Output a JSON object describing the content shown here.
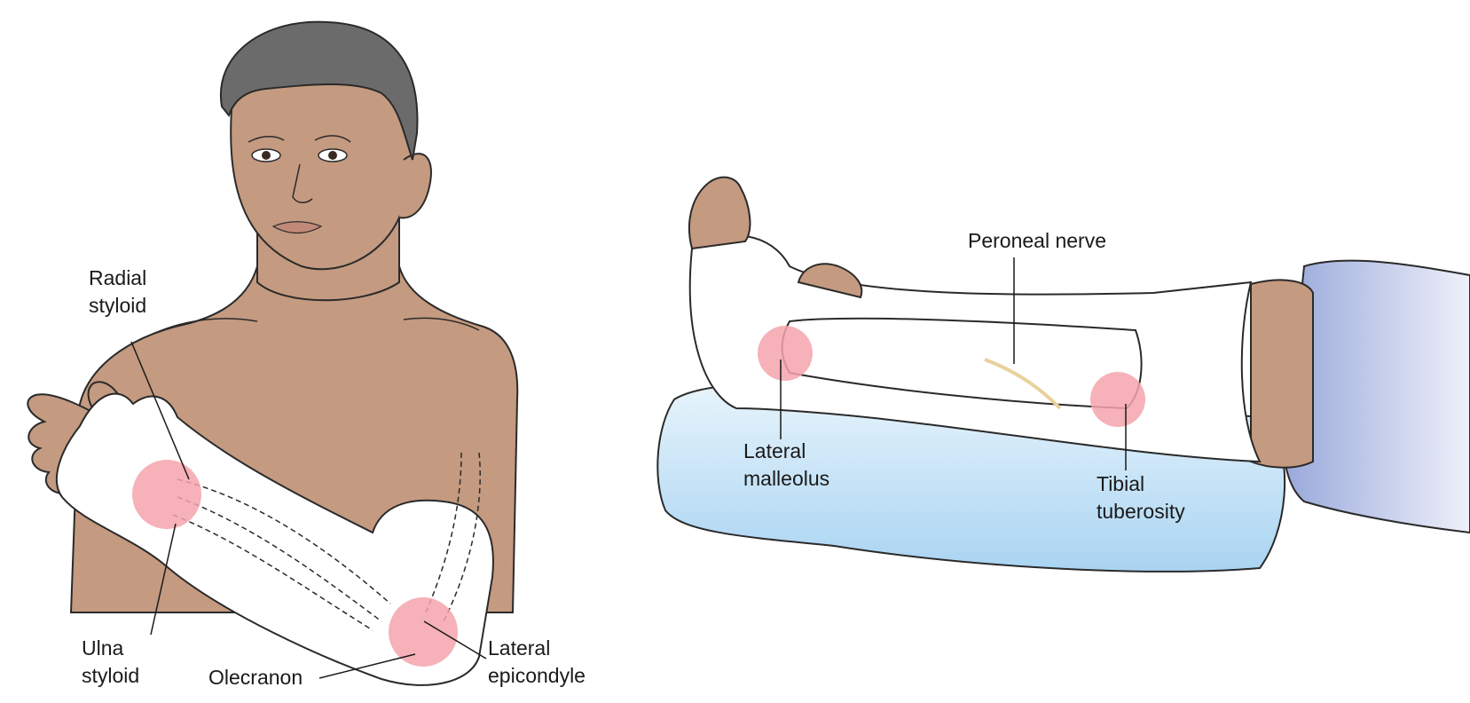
{
  "labels": {
    "radial_styloid": [
      "Radial",
      "styloid"
    ],
    "ulna_styloid": [
      "Ulna",
      "styloid"
    ],
    "olecranon": "Olecranon",
    "lateral_epicondyle": [
      "Lateral",
      "epicondyle"
    ],
    "peroneal_nerve": "Peroneal nerve",
    "lateral_malleolus": [
      "Lateral",
      "malleolus"
    ],
    "tibial_tuberosity": [
      "Tibial",
      "tuberosity"
    ]
  },
  "colors": {
    "skin": "#c49a80",
    "hair": "#6b6b6b",
    "cast": "#ffffff",
    "pressure_point": "#f4a3ad",
    "pillow": "#bfe0f5",
    "pants": "#a8b6e0",
    "nerve": "#e8d29a"
  }
}
